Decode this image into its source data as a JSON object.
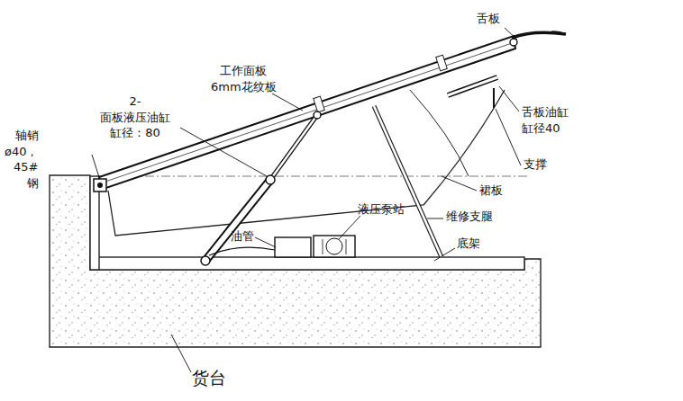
{
  "diagram": {
    "labels": [
      "舌板",
      "工作面板 6mm花纹板",
      "2-面板液压油缸 缸径：80",
      "舌板油缸 缸径40",
      "支撑",
      "裙板",
      "轴销 ø40，45#钢",
      "液压泵站",
      "维修支腿",
      "油管",
      "底架",
      "货台"
    ]
  }
}
